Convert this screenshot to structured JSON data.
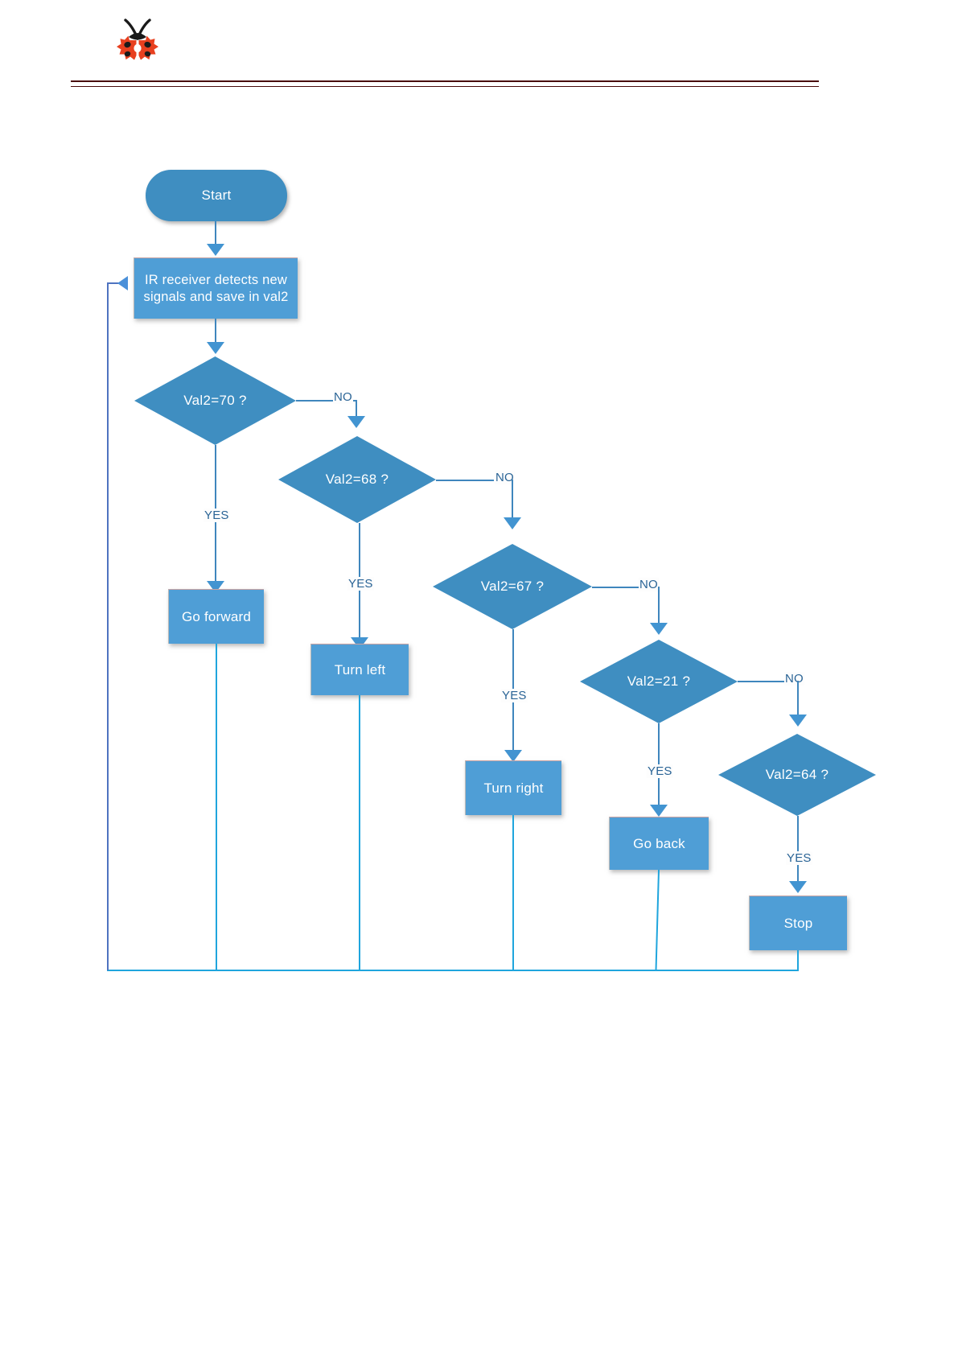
{
  "document": {
    "logo": {
      "name": "ladybug-gear-logo",
      "body_color": "#e8401f",
      "spot_color": "#1a1a1a"
    },
    "header_rule_color": "#4a0b0b"
  },
  "chart_data": {
    "type": "diagram",
    "title": "IR remote control robot decision flowchart",
    "theme": {
      "node_fill": "#4f9ed6",
      "decision_fill": "#3f8ec1",
      "connector_color": "#3f86bd",
      "loop_connector_color": "#1fa5dd",
      "label_color": "#2a6496",
      "text_color": "#ffffff"
    },
    "nodes": [
      {
        "id": "start",
        "shape": "terminator",
        "label": "Start"
      },
      {
        "id": "read",
        "shape": "process",
        "label": "IR receiver detects new signals and save in val2"
      },
      {
        "id": "d70",
        "shape": "decision",
        "label": "Val2=70 ?"
      },
      {
        "id": "d68",
        "shape": "decision",
        "label": "Val2=68 ?"
      },
      {
        "id": "d67",
        "shape": "decision",
        "label": "Val2=67 ?"
      },
      {
        "id": "d21",
        "shape": "decision",
        "label": "Val2=21 ?"
      },
      {
        "id": "d64",
        "shape": "decision",
        "label": "Val2=64 ?"
      },
      {
        "id": "go_forward",
        "shape": "process",
        "label": "Go forward"
      },
      {
        "id": "turn_left",
        "shape": "process",
        "label": "Turn left"
      },
      {
        "id": "turn_right",
        "shape": "process",
        "label": "Turn right"
      },
      {
        "id": "go_back",
        "shape": "process",
        "label": "Go back"
      },
      {
        "id": "stop",
        "shape": "process",
        "label": "Stop"
      }
    ],
    "edges": [
      {
        "from": "start",
        "to": "read",
        "label": ""
      },
      {
        "from": "read",
        "to": "d70",
        "label": ""
      },
      {
        "from": "d70",
        "to": "go_forward",
        "label": "YES"
      },
      {
        "from": "d70",
        "to": "d68",
        "label": "NO"
      },
      {
        "from": "d68",
        "to": "turn_left",
        "label": "YES"
      },
      {
        "from": "d68",
        "to": "d67",
        "label": "NO"
      },
      {
        "from": "d67",
        "to": "turn_right",
        "label": "YES"
      },
      {
        "from": "d67",
        "to": "d21",
        "label": "NO"
      },
      {
        "from": "d21",
        "to": "go_back",
        "label": "YES"
      },
      {
        "from": "d21",
        "to": "d64",
        "label": "NO"
      },
      {
        "from": "d64",
        "to": "stop",
        "label": "YES"
      },
      {
        "from": "go_forward",
        "to": "read",
        "label": ""
      },
      {
        "from": "turn_left",
        "to": "read",
        "label": ""
      },
      {
        "from": "turn_right",
        "to": "read",
        "label": ""
      },
      {
        "from": "go_back",
        "to": "read",
        "label": ""
      },
      {
        "from": "stop",
        "to": "read",
        "label": ""
      }
    ],
    "edge_labels": {
      "no1": "NO",
      "no2": "NO",
      "no3": "NO",
      "no4": "NO",
      "yes1": "YES",
      "yes2": "YES",
      "yes3": "YES",
      "yes4": "YES",
      "yes5": "YES"
    }
  }
}
